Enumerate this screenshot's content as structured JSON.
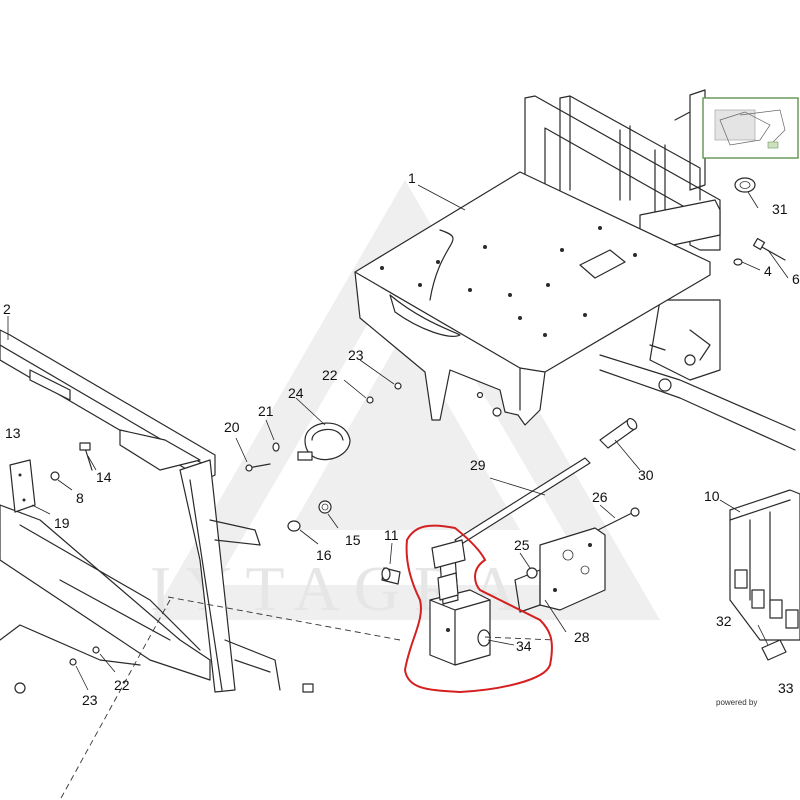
{
  "watermark": "IYTAGRA",
  "footer": {
    "powered_by": "powered by"
  },
  "callouts": {
    "c1": "1",
    "c2": "2",
    "c4": "4",
    "c6": "6",
    "c8": "8",
    "c10": "10",
    "c11": "11",
    "c13": "13",
    "c14": "14",
    "c15": "15",
    "c16": "16",
    "c19": "19",
    "c20": "20",
    "c21": "21",
    "c22a": "22",
    "c22b": "22",
    "c23a": "23",
    "c23b": "23",
    "c24": "24",
    "c25": "25",
    "c26": "26",
    "c28": "28",
    "c29": "29",
    "c30": "30",
    "c31": "31",
    "c32": "32",
    "c33": "33",
    "c34": "34"
  },
  "highlight": {
    "color": "#d42020",
    "target": "34"
  },
  "colors": {
    "line": "#2a2a2a",
    "watermark": "#e6e6e6",
    "thumbnail_border": "#6a9a5a"
  },
  "icons": {
    "watermark_logo": "triangle-logo-icon",
    "thumbnail": "overview-thumbnail-icon"
  }
}
